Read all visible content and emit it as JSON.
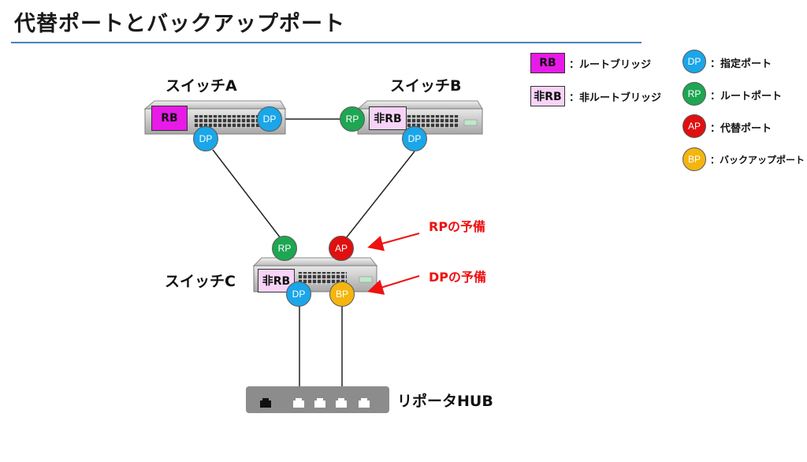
{
  "title": "代替ポートとバックアップポート",
  "switches": {
    "a": {
      "name": "スイッチA",
      "badge": "RB"
    },
    "b": {
      "name": "スイッチB",
      "badge": "非RB"
    },
    "c": {
      "name": "スイッチC",
      "badge": "非RB"
    }
  },
  "hub": {
    "name": "リポータHUB"
  },
  "ports": {
    "a_right": "DP",
    "a_bottom": "DP",
    "b_left": "RP",
    "b_bottom": "DP",
    "c_top_left": "RP",
    "c_top_right": "AP",
    "c_bottom_left": "DP",
    "c_bottom_right": "BP"
  },
  "notes": {
    "ap_note": "RPの予備",
    "bp_note": "DPの予備"
  },
  "legend": {
    "rb_badge": "RB",
    "rb_text": "：ルートブリッジ",
    "nrb_badge": "非RB",
    "nrb_text": "：非ルートブリッジ",
    "dp_port": "DP",
    "dp_text": "：指定ポート",
    "rp_port": "RP",
    "rp_text": "：ルートポート",
    "ap_port": "AP",
    "ap_text": "：代替ポート",
    "bp_port": "BP",
    "bp_text": "：バックアップポート"
  },
  "colors": {
    "dp": "#1aa6e8",
    "rp": "#1ea653",
    "ap": "#e01010",
    "bp": "#f5b50f",
    "rb": "#e81ae8",
    "non_rb": "#f7d4f7",
    "accent_rule": "#4a7fc1",
    "note_text": "#ee1111"
  }
}
